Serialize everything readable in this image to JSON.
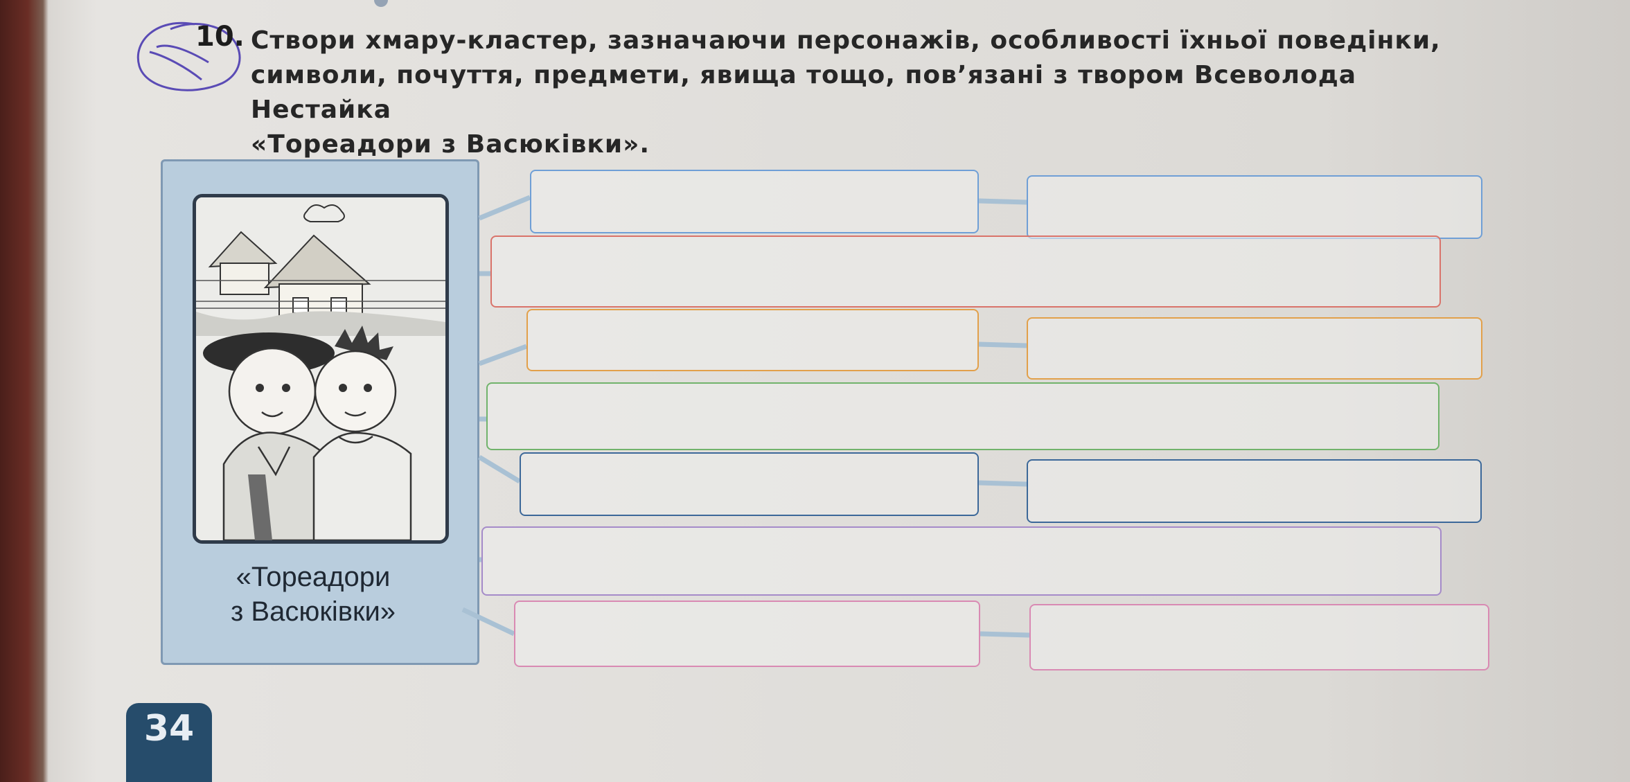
{
  "task": {
    "number": "10.",
    "lines": [
      "Створи хмару-кластер, зазначаючи персонажів, особливості їхньої поведінки,",
      "символи, почуття, предмети, явища тощо, пов’язані з твором Всеволода Нестайка",
      "«Тореадори з Васюківки»."
    ]
  },
  "book": {
    "title_line1": "«Тореадори",
    "title_line2": "з Васюківки»"
  },
  "page_number": "34",
  "colors": {
    "blue": "#6f9fd6",
    "red": "#d9736a",
    "orange": "#e2a04a",
    "green": "#71b36b",
    "navy": "#3c6899",
    "purple": "#a58bc9",
    "pink": "#d98ab3",
    "card": "#b9cddd",
    "page_badge": "#264c6b"
  },
  "cluster_boxes": [
    {
      "color": "blue"
    },
    {
      "color": "blue"
    },
    {
      "color": "red"
    },
    {
      "color": "orange"
    },
    {
      "color": "orange"
    },
    {
      "color": "green"
    },
    {
      "color": "navy"
    },
    {
      "color": "navy"
    },
    {
      "color": "purple"
    },
    {
      "color": "pink"
    },
    {
      "color": "pink"
    }
  ]
}
